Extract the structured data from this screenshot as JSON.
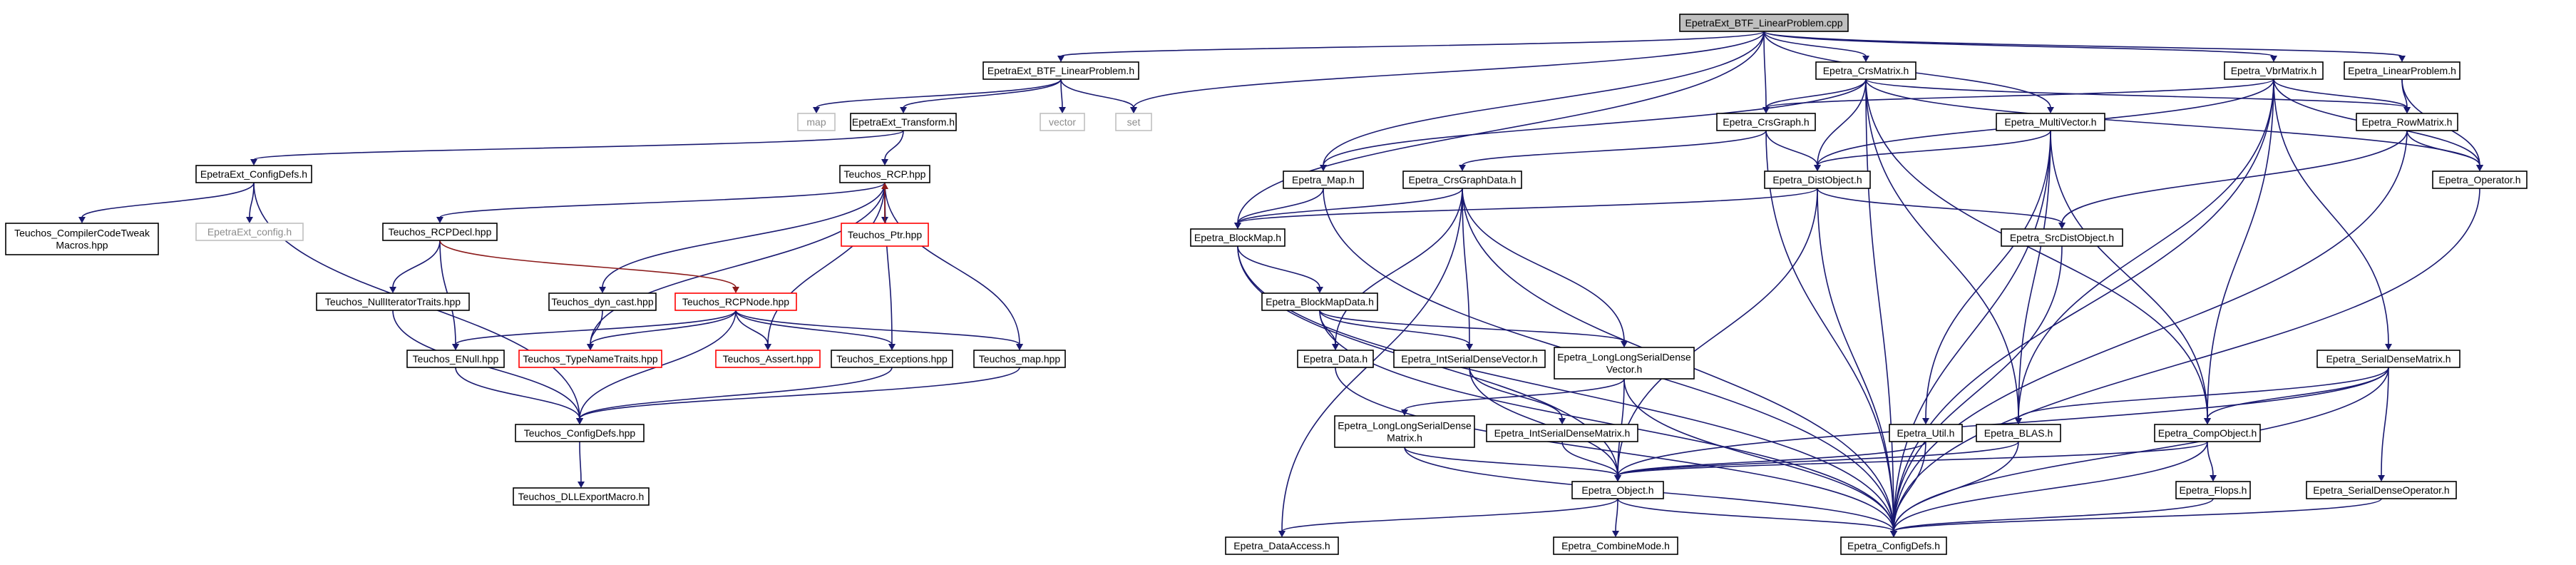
{
  "palette": {
    "root_fill": "#bfbfbf",
    "node_fill": "#ffffff",
    "node_border": "#000000",
    "missing_border": "#bfbfbf",
    "missing_text": "#8c8c8c",
    "truncated_border": "#ff0000",
    "edge": "#191970",
    "red_edge": "#8b1a1a"
  },
  "nodes": [
    {
      "id": "root",
      "label": "EpetraExt_BTF_LinearProblem.cpp",
      "kind": "root"
    },
    {
      "id": "btf_h",
      "label": "EpetraExt_BTF_LinearProblem.h",
      "kind": "normal"
    },
    {
      "id": "map",
      "label": "map",
      "kind": "missing"
    },
    {
      "id": "transform",
      "label": "EpetraExt_Transform.h",
      "kind": "normal"
    },
    {
      "id": "vector",
      "label": "vector",
      "kind": "missing"
    },
    {
      "id": "set",
      "label": "set",
      "kind": "missing"
    },
    {
      "id": "ext_configdefs",
      "label": "EpetraExt_ConfigDefs.h",
      "kind": "normal"
    },
    {
      "id": "tweak",
      "label": [
        "Teuchos_CompilerCodeTweak",
        "Macros.hpp"
      ],
      "kind": "normal"
    },
    {
      "id": "ext_config",
      "label": "EpetraExt_config.h",
      "kind": "missing"
    },
    {
      "id": "rcp",
      "label": "Teuchos_RCP.hpp",
      "kind": "normal"
    },
    {
      "id": "rcpdecl",
      "label": "Teuchos_RCPDecl.hpp",
      "kind": "normal"
    },
    {
      "id": "ptr",
      "label": "Teuchos_Ptr.hpp",
      "kind": "truncated"
    },
    {
      "id": "nulliter",
      "label": "Teuchos_NullIteratorTraits.hpp",
      "kind": "normal"
    },
    {
      "id": "dyncast",
      "label": "Teuchos_dyn_cast.hpp",
      "kind": "normal"
    },
    {
      "id": "rcpnode",
      "label": "Teuchos_RCPNode.hpp",
      "kind": "truncated"
    },
    {
      "id": "enull",
      "label": "Teuchos_ENull.hpp",
      "kind": "normal"
    },
    {
      "id": "typename",
      "label": "Teuchos_TypeNameTraits.hpp",
      "kind": "truncated"
    },
    {
      "id": "assert",
      "label": "Teuchos_Assert.hpp",
      "kind": "truncated"
    },
    {
      "id": "exceptions",
      "label": "Teuchos_Exceptions.hpp",
      "kind": "normal"
    },
    {
      "id": "tmap",
      "label": "Teuchos_map.hpp",
      "kind": "normal"
    },
    {
      "id": "t_configdefs",
      "label": "Teuchos_ConfigDefs.hpp",
      "kind": "normal"
    },
    {
      "id": "dllexport",
      "label": "Teuchos_DLLExportMacro.h",
      "kind": "normal"
    },
    {
      "id": "crsmatrix",
      "label": "Epetra_CrsMatrix.h",
      "kind": "normal"
    },
    {
      "id": "vbrmatrix",
      "label": "Epetra_VbrMatrix.h",
      "kind": "normal"
    },
    {
      "id": "linearproblem",
      "label": "Epetra_LinearProblem.h",
      "kind": "normal"
    },
    {
      "id": "crsgraph",
      "label": "Epetra_CrsGraph.h",
      "kind": "normal"
    },
    {
      "id": "multivector",
      "label": "Epetra_MultiVector.h",
      "kind": "normal"
    },
    {
      "id": "rowmatrix",
      "label": "Epetra_RowMatrix.h",
      "kind": "normal"
    },
    {
      "id": "emap",
      "label": "Epetra_Map.h",
      "kind": "normal"
    },
    {
      "id": "crsgraphdata",
      "label": "Epetra_CrsGraphData.h",
      "kind": "normal"
    },
    {
      "id": "distobject",
      "label": "Epetra_DistObject.h",
      "kind": "normal"
    },
    {
      "id": "operator",
      "label": "Epetra_Operator.h",
      "kind": "normal"
    },
    {
      "id": "blockmap",
      "label": "Epetra_BlockMap.h",
      "kind": "normal"
    },
    {
      "id": "srcdist",
      "label": "Epetra_SrcDistObject.h",
      "kind": "normal"
    },
    {
      "id": "blockmapdata",
      "label": "Epetra_BlockMapData.h",
      "kind": "normal"
    },
    {
      "id": "data",
      "label": "Epetra_Data.h",
      "kind": "normal"
    },
    {
      "id": "intsdv",
      "label": "Epetra_IntSerialDenseVector.h",
      "kind": "normal"
    },
    {
      "id": "llsdv",
      "label": [
        "Epetra_LongLongSerialDense",
        "Vector.h"
      ],
      "kind": "normal"
    },
    {
      "id": "sdm",
      "label": "Epetra_SerialDenseMatrix.h",
      "kind": "normal"
    },
    {
      "id": "llsdm",
      "label": [
        "Epetra_LongLongSerialDense",
        "Matrix.h"
      ],
      "kind": "normal"
    },
    {
      "id": "intsdm",
      "label": "Epetra_IntSerialDenseMatrix.h",
      "kind": "normal"
    },
    {
      "id": "util",
      "label": "Epetra_Util.h",
      "kind": "normal"
    },
    {
      "id": "blas",
      "label": "Epetra_BLAS.h",
      "kind": "normal"
    },
    {
      "id": "compobject",
      "label": "Epetra_CompObject.h",
      "kind": "normal"
    },
    {
      "id": "object",
      "label": "Epetra_Object.h",
      "kind": "normal"
    },
    {
      "id": "flops",
      "label": "Epetra_Flops.h",
      "kind": "normal"
    },
    {
      "id": "sdo",
      "label": "Epetra_SerialDenseOperator.h",
      "kind": "normal"
    },
    {
      "id": "dataaccess",
      "label": "Epetra_DataAccess.h",
      "kind": "normal"
    },
    {
      "id": "combinemode",
      "label": "Epetra_CombineMode.h",
      "kind": "normal"
    },
    {
      "id": "e_configdefs",
      "label": "Epetra_ConfigDefs.h",
      "kind": "normal"
    }
  ]
}
